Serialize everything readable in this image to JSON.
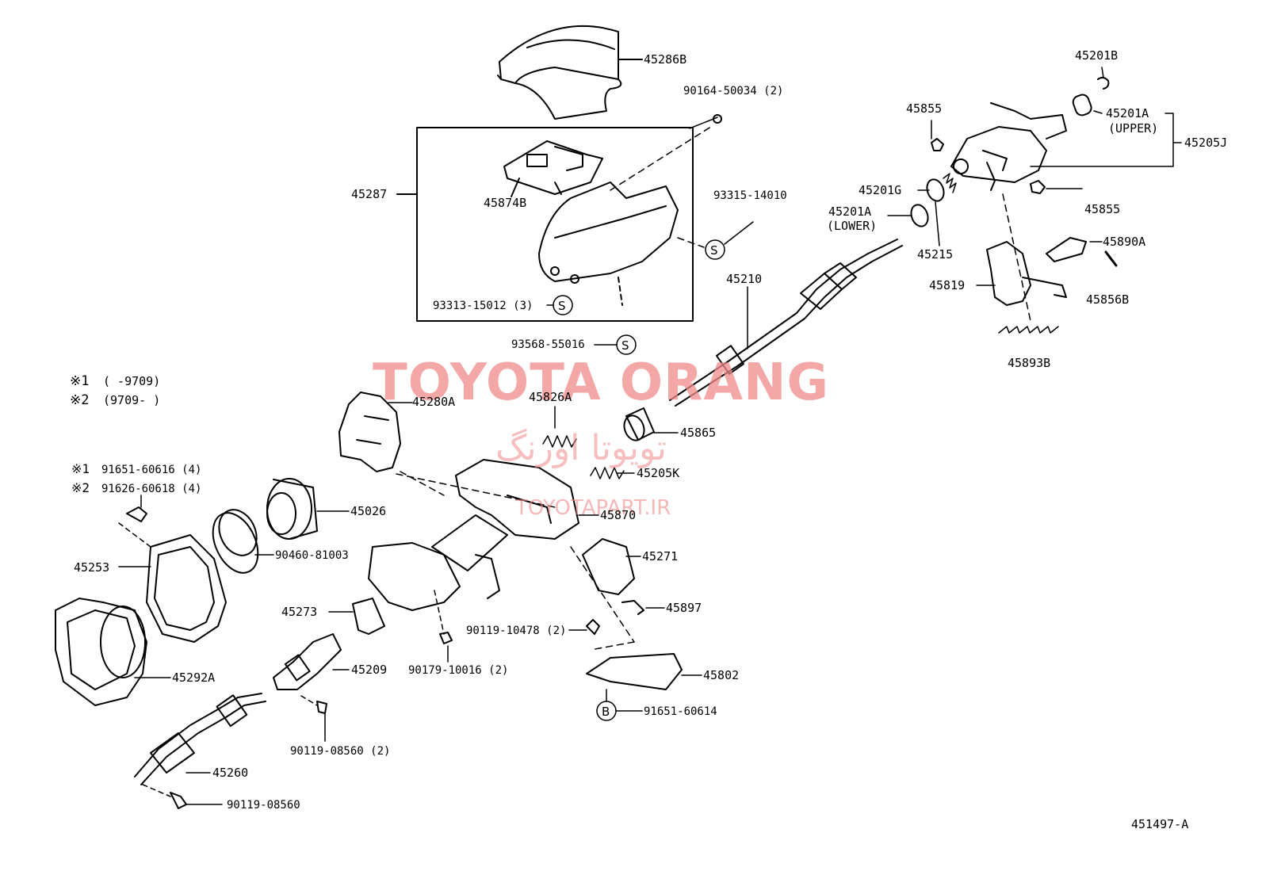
{
  "diagram_id": "451497-A",
  "legend": {
    "row1_mark": "※1",
    "row1_range": "(      -9709)",
    "row2_mark": "※2",
    "row2_range": "(9709-      )"
  },
  "callout_symbols": {
    "s": "S",
    "b": "B"
  },
  "watermark": {
    "brand": "TOYOTA ORANG",
    "persian": "تویوتا اورنگ",
    "url": "TOYOTAPART.IR"
  },
  "labels": {
    "p45286B": "45286B",
    "p90164": "90164-50034 (2)",
    "p45287": "45287",
    "p45874B": "45874B",
    "p93315": "93315-14010",
    "p93313": "93313-15012 (3)",
    "p93568": "93568-55016",
    "p45201B": "45201B",
    "p45855a": "45855",
    "p45201A_up": "45201A",
    "p_upper": "(UPPER)",
    "p45205J": "45205J",
    "p45201G": "45201G",
    "p45201A_low": "45201A",
    "p_lower": "(LOWER)",
    "p45855b": "45855",
    "p45215": "45215",
    "p45890A": "45890A",
    "p45210": "45210",
    "p45819": "45819",
    "p45856B": "45856B",
    "p45893B": "45893B",
    "p45280A": "45280A",
    "p45826A": "45826A",
    "p45865": "45865",
    "p45205K": "45205K",
    "p91651_616": "91651-60616 (4)",
    "p91626": "91626-60618 (4)",
    "p45026": "45026",
    "p45870": "45870",
    "p45253": "45253",
    "p90460": "90460-81003",
    "p45271": "45271",
    "p45273": "45273",
    "p45897": "45897",
    "p90119_478": "90119-10478 (2)",
    "p45209": "45209",
    "p90179": "90179-10016 (2)",
    "p45292A": "45292A",
    "p45802": "45802",
    "p91651_614": "91651-60614",
    "p90119_560x2": "90119-08560 (2)",
    "p45260": "45260",
    "p90119_560": "90119-08560"
  }
}
